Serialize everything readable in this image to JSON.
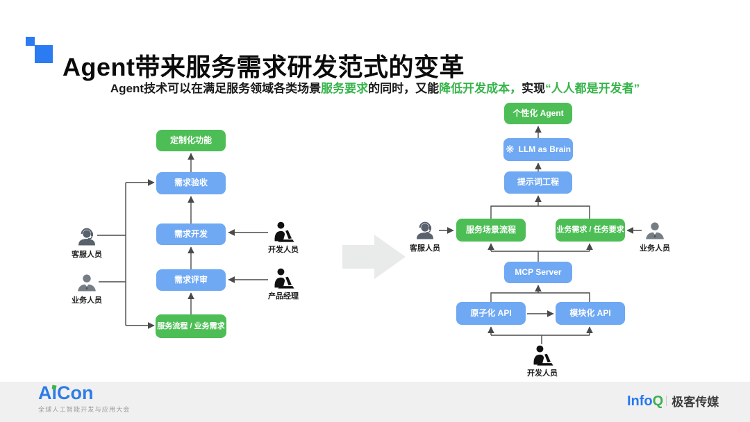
{
  "slide": {
    "title": "Agent带来服务需求研发范式的变革",
    "subtitle": {
      "segments": [
        {
          "text": "Agent技术可以在满足服务领域各类场景",
          "highlight": false
        },
        {
          "text": "服务要求",
          "highlight": true
        },
        {
          "text": "的同时，又能",
          "highlight": false
        },
        {
          "text": "降低开发成本，",
          "highlight": true
        },
        {
          "text": "实现",
          "highlight": false
        },
        {
          "text": "“人人都是开发者”",
          "highlight": true
        }
      ]
    }
  },
  "colors": {
    "box_green": "#4CBE55",
    "box_blue": "#6FA8F3",
    "highlight_green": "#36B44A",
    "title_accent_blue": "#2B7BF3",
    "connector_gray": "#4a4a4a",
    "big_arrow_gray": "#e9eaea",
    "aicon_blue": "#2E7CE4",
    "aicon_green": "#3CB44A",
    "infoq_blue": "#2777F0",
    "infoq_green": "#3FAF4E"
  },
  "left_chart": {
    "nodes": [
      {
        "label": "定制化功能",
        "type": "green"
      },
      {
        "label": "需求验收",
        "type": "blue"
      },
      {
        "label": "需求开发",
        "type": "blue"
      },
      {
        "label": "需求评审",
        "type": "blue"
      },
      {
        "label": "服务流程 / 业务需求",
        "type": "green"
      }
    ],
    "actors": [
      {
        "label": "客服人员",
        "icon": "headset-person-icon"
      },
      {
        "label": "业务人员",
        "icon": "business-person-icon"
      },
      {
        "label": "开发人员",
        "icon": "developer-laptop-icon"
      },
      {
        "label": "产品经理",
        "icon": "developer-laptop-icon"
      }
    ]
  },
  "right_chart": {
    "nodes": [
      {
        "label": "个性化 Agent",
        "type": "green"
      },
      {
        "label": "LLM as Brain",
        "type": "blue",
        "icon_glyph": "❋"
      },
      {
        "label": "提示词工程",
        "type": "blue"
      },
      {
        "label": "服务场景流程",
        "type": "green"
      },
      {
        "label": "业务需求 / 任务要求",
        "type": "green"
      },
      {
        "label": "MCP Server",
        "type": "blue"
      },
      {
        "label": "原子化 API",
        "type": "blue"
      },
      {
        "label": "模块化 API",
        "type": "blue"
      }
    ],
    "actors": [
      {
        "label": "客服人员",
        "icon": "headset-person-icon"
      },
      {
        "label": "业务人员",
        "icon": "business-person-icon"
      },
      {
        "label": "开发人员",
        "icon": "developer-laptop-icon"
      }
    ]
  },
  "footer": {
    "aicon_logo": "AiCon",
    "aicon_tagline": "全球人工智能开发与应用大会",
    "infoq_info": "Info",
    "infoq_q": "Q",
    "media_name": "极客传媒"
  }
}
